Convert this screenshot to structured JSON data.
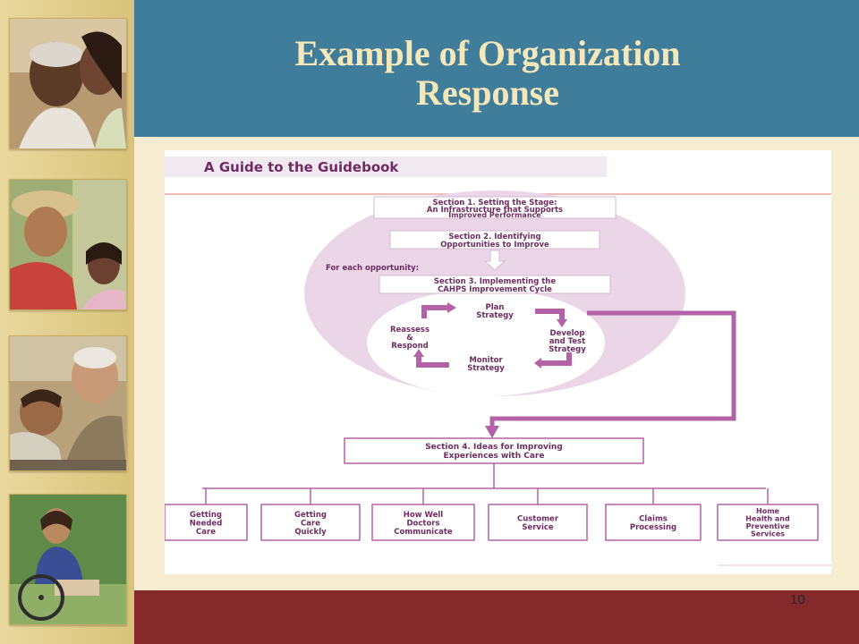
{
  "slide": {
    "title_line1": "Example of Organization",
    "title_line2": "Response",
    "page_number": "10"
  },
  "figure": {
    "heading": "A Guide to the Guidebook",
    "section1": [
      "Section 1. Setting the Stage:",
      "An Infrastructure that Supports",
      "Improved Performance"
    ],
    "section2": [
      "Section 2. Identifying",
      "Opportunities to Improve"
    ],
    "opportunity_label": "For each opportunity:",
    "section3": [
      "Section 3. Implementing the",
      "CAHPS Improvement Cycle"
    ],
    "cycle": {
      "plan": [
        "Plan",
        "Strategy"
      ],
      "develop": [
        "Develop",
        "and Test",
        "Strategy"
      ],
      "monitor": [
        "Monitor",
        "Strategy"
      ],
      "reassess": [
        "Reassess",
        "&",
        "Respond"
      ]
    },
    "section4": [
      "Section 4. Ideas for Improving",
      "Experiences with Care"
    ],
    "topics": [
      [
        "Getting",
        "Needed",
        "Care"
      ],
      [
        "Getting",
        "Care",
        "Quickly"
      ],
      [
        "How Well",
        "Doctors",
        "Communicate"
      ],
      [
        "Customer",
        "Service"
      ],
      [
        "Claims",
        "Processing"
      ],
      [
        "Home",
        "Health and",
        "Preventive",
        "Services"
      ]
    ]
  },
  "colors": {
    "header": "#3f7d9a",
    "footer": "#86292a",
    "title_text": "#f4e7b9",
    "diagram_purple": "#b462a8",
    "ellipse_fill": "#ead6e7"
  }
}
